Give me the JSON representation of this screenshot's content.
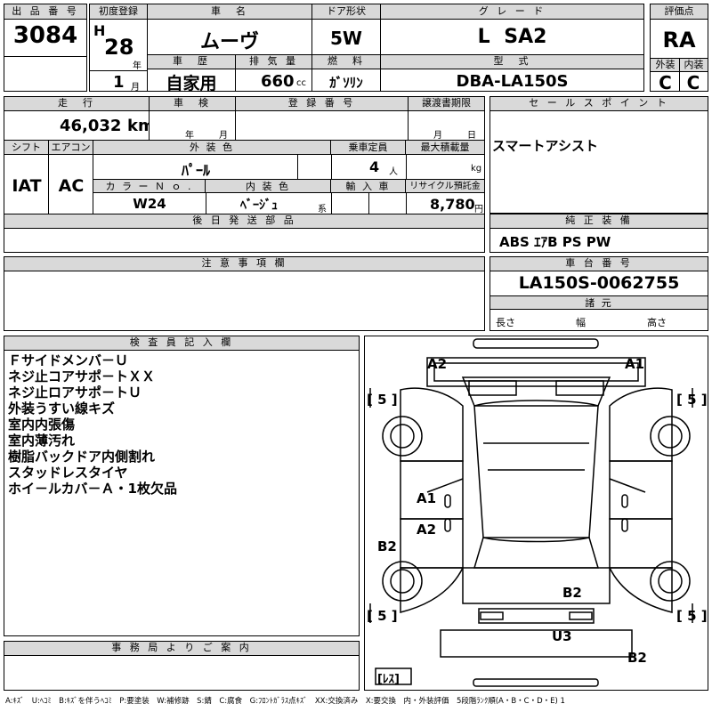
{
  "labels": {
    "lot_number": "出 品 番 号",
    "first_reg": "初度登録",
    "car_name": "車　名",
    "door": "ドア形状",
    "grade": "グ レ ー ド",
    "score": "評価点",
    "history": "車　歴",
    "displacement": "排 気 量",
    "fuel": "燃　料",
    "model_code": "型　式",
    "exterior": "外装",
    "interior": "内装",
    "mileage": "走　行",
    "inspection": "車　検",
    "registration": "登 録 番 号",
    "transfer_deadline": "譲渡書期限",
    "sales_point": "セ ー ル ス ポ イ ン ト",
    "shift": "シフト",
    "aircon": "エアコン",
    "ext_color": "外 装 色",
    "capacity": "乗車定員",
    "max_load": "最大積載量",
    "color_no": "カ ラ ー Ｎ ｏ .",
    "int_color": "内 装 色",
    "import": "輸 入 車",
    "recycle": "リサイクル預託金",
    "later_parts": "後 日 発 送 部 品",
    "genuine_equipment": "純 正 装 備",
    "cautions": "注 意 事 項 欄",
    "chassis_no": "車 台 番 号",
    "dimensions": "諸 元",
    "length": "長さ",
    "width": "幅",
    "height": "高さ",
    "inspector": "検 査 員 記 入 欄",
    "office": "事 務 局 よ り ご 案 内"
  },
  "values": {
    "lot_number": "3084",
    "era": "H",
    "year": "28",
    "year_unit": "年",
    "month": "1",
    "month_unit": "月",
    "car_name": "ムーヴ",
    "door": "5W",
    "grade": "L SA2",
    "score": "RA",
    "history": "自家用",
    "displacement": "660",
    "displacement_unit": "cc",
    "fuel": "ｶﾞｿﾘﾝ",
    "model_code": "DBA-LA150S",
    "exterior_score": "C",
    "interior_score": "C",
    "mileage": "46,032",
    "mileage_unit": "km",
    "insp_year_unit": "年",
    "insp_month_unit": "月",
    "deadline_month_unit": "月",
    "deadline_day_unit": "日",
    "sales_point": "スマートアシスト",
    "shift": "IAT",
    "aircon": "AC",
    "ext_color": "ﾊﾟｰﾙ",
    "capacity": "4",
    "capacity_unit": "人",
    "load_unit": "kg",
    "color_no": "W24",
    "int_color": "ﾍﾞｰｼﾞｭ",
    "int_color_unit": "系",
    "recycle": "8,780",
    "recycle_unit": "円",
    "genuine_equipment": "ABS ｴｱB PS PW",
    "chassis_no": "LA150S-0062755"
  },
  "inspector_notes": [
    "Ｆサイドメンバ－Ｕ",
    "ネジ止コアサポ－トＸＸ",
    "ネジ止ロアサポ－トＵ",
    "外装うすい線キズ",
    "室内内張傷",
    "室内薄汚れ",
    "樹脂バックドア内側割れ",
    "スタッドレスタイヤ",
    "ホイ－ルカバ－Ａ・1枚欠品"
  ],
  "diagram_marks": {
    "a2_front": "A2",
    "a1_front": "A1",
    "tire_fl": "[ 5 ]",
    "tire_fr": "[ 5 ]",
    "a1_side": "A1",
    "a2_side": "A2",
    "b2_side": "B2",
    "b2_rear": "B2",
    "tire_rl": "[ 5 ]",
    "tire_rr": "[ 5 ]",
    "u3": "U3",
    "b2_bumper": "B2",
    "spare": "[ﾚｽ]"
  },
  "legend": "A:ｷｽﾞ　U:ﾍｺﾐ　B:ｷｽﾞを伴うﾍｺﾐ　P:要塗装　W:補修跡　S:錆　C:腐食　G:ﾌﾛﾝﾄｶﾞﾗｽ点ｷｽﾞ　XX:交換済み　X:要交換　内・外装評価　5段階ﾗﾝｸ順(A・B・C・D・E) 1"
}
